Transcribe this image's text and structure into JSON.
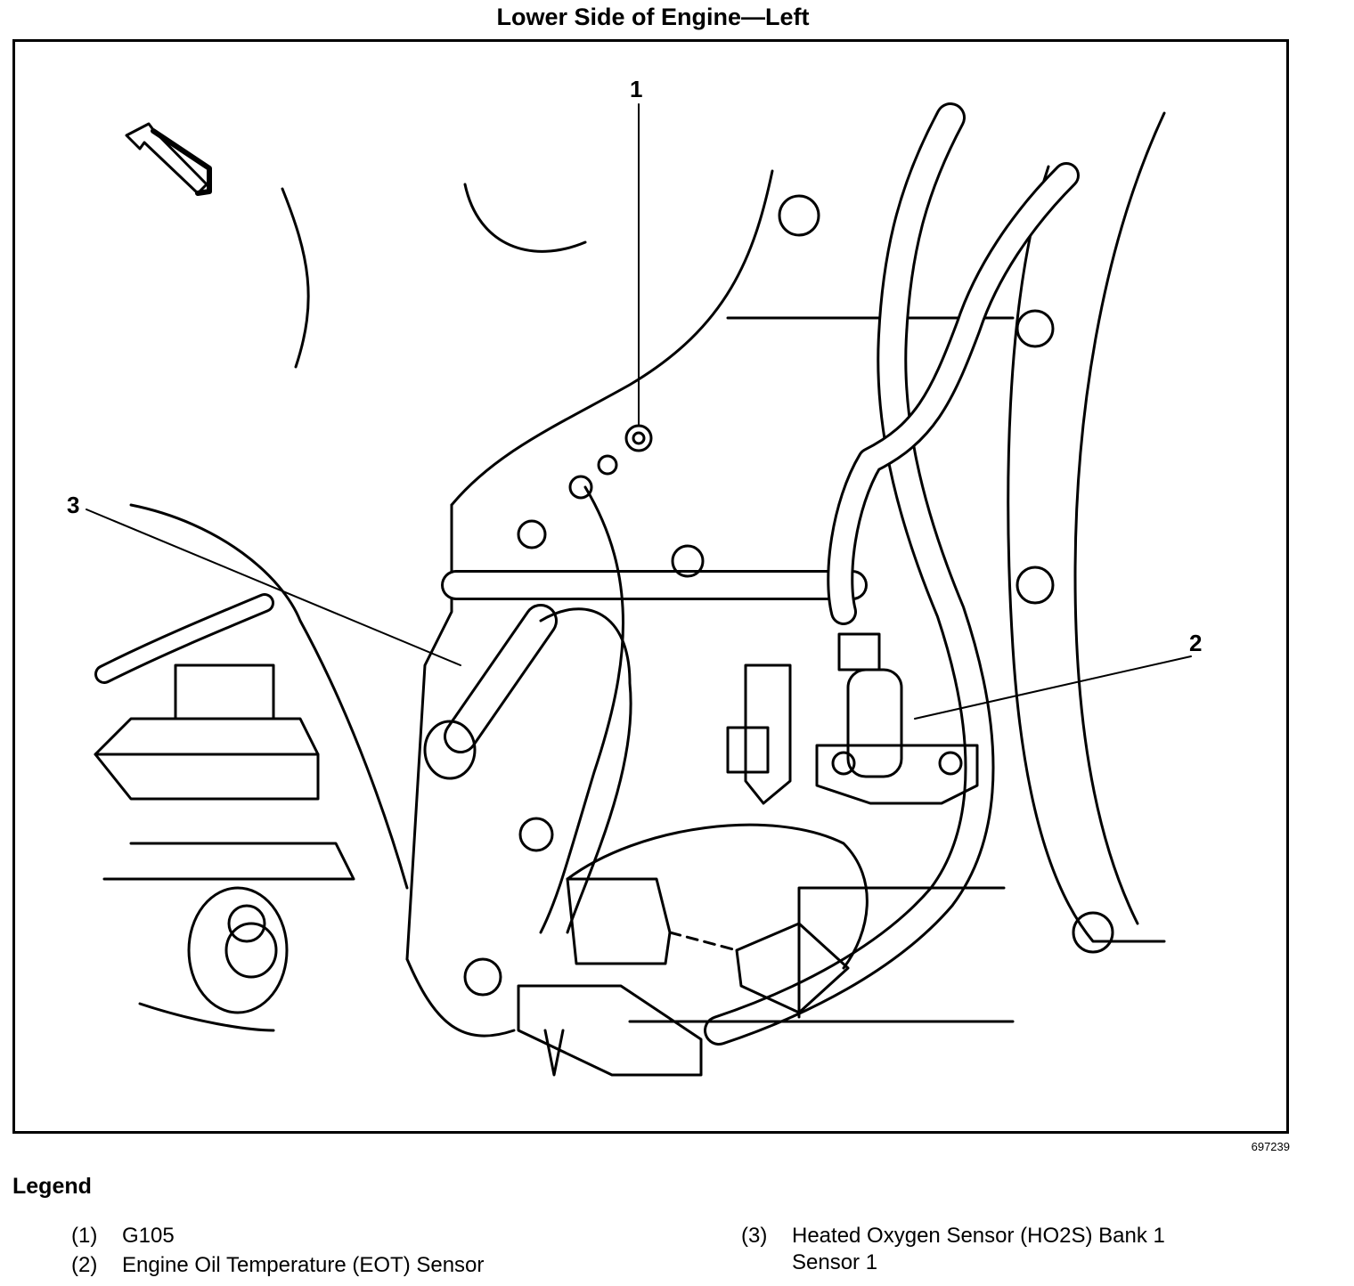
{
  "title": "Lower Side of Engine—Left",
  "figure_number": "697239",
  "callouts": [
    "1",
    "2",
    "3"
  ],
  "icons": {
    "direction_arrow": "forward-arrow-icon"
  },
  "legend": {
    "title": "Legend",
    "items": [
      {
        "number": "(1)",
        "label": "G105"
      },
      {
        "number": "(2)",
        "label": "Engine Oil Temperature (EOT) Sensor"
      },
      {
        "number": "(3)",
        "label": "Heated Oxygen Sensor (HO2S) Bank 1 Sensor 1"
      }
    ]
  }
}
